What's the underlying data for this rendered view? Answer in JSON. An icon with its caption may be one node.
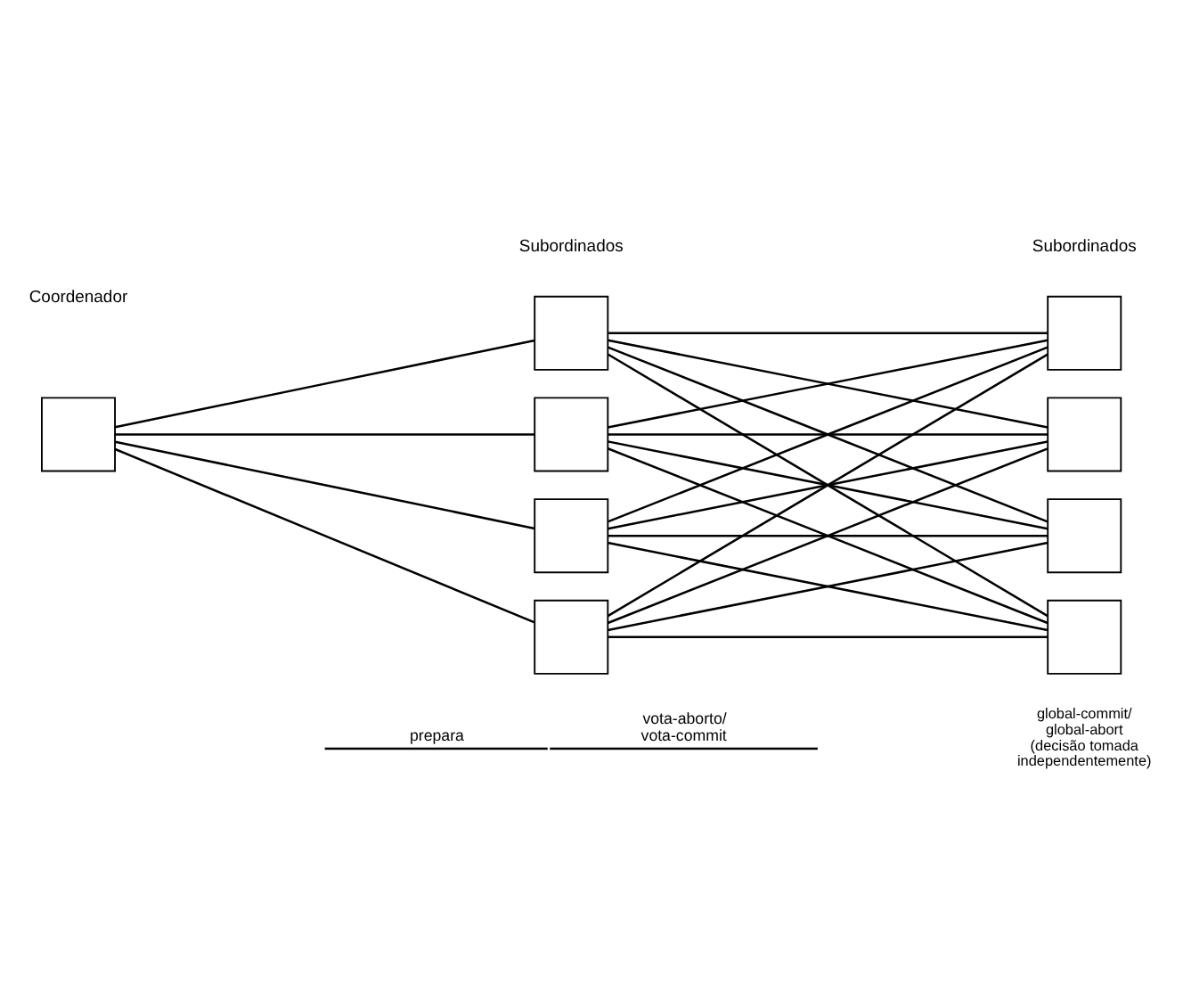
{
  "diagram": {
    "nodes": [
      {
        "text": [],
        "shape": "box"
      },
      {
        "text": [],
        "shape": "box"
      },
      {
        "text": [],
        "shape": "box"
      },
      {
        "text": [],
        "shape": "box"
      },
      {
        "text": [],
        "shape": "box"
      },
      {
        "text": [],
        "shape": "box"
      },
      {
        "text": [],
        "shape": "box"
      },
      {
        "text": [],
        "shape": "box"
      },
      {
        "text": [],
        "shape": "box"
      }
    ],
    "edges": [
      {
        "from": 0,
        "to": 1,
        "arrow": "none"
      },
      {
        "from": 0,
        "to": 2,
        "arrow": "none"
      },
      {
        "from": 0,
        "to": 3,
        "arrow": "none"
      },
      {
        "from": 0,
        "to": 4,
        "arrow": "none"
      },
      {
        "from": 1,
        "to": 5,
        "arrow": "none"
      },
      {
        "from": 1,
        "to": 6,
        "arrow": "none"
      },
      {
        "from": 1,
        "to": 7,
        "arrow": "none"
      },
      {
        "from": 1,
        "to": 8,
        "arrow": "none"
      },
      {
        "from": 2,
        "to": 5,
        "arrow": "none"
      },
      {
        "from": 2,
        "to": 6,
        "arrow": "none"
      },
      {
        "from": 2,
        "to": 7,
        "arrow": "none"
      },
      {
        "from": 2,
        "to": 8,
        "arrow": "none"
      },
      {
        "from": 3,
        "to": 5,
        "arrow": "none"
      },
      {
        "from": 3,
        "to": 6,
        "arrow": "none"
      },
      {
        "from": 3,
        "to": 7,
        "arrow": "none"
      },
      {
        "from": 3,
        "to": 8,
        "arrow": "none"
      },
      {
        "from": 4,
        "to": 5,
        "arrow": "none"
      },
      {
        "from": 4,
        "to": 6,
        "arrow": "none"
      },
      {
        "from": 4,
        "to": 7,
        "arrow": "none"
      },
      {
        "from": 4,
        "to": 8,
        "arrow": "none"
      }
    ],
    "labels": [
      "Coordenador",
      "Subordinados",
      "Subordinados",
      "global-commit/ global-abort (decisão tomada independentemente)",
      "prepara",
      "vota-aborto/ vota-commit"
    ]
  }
}
